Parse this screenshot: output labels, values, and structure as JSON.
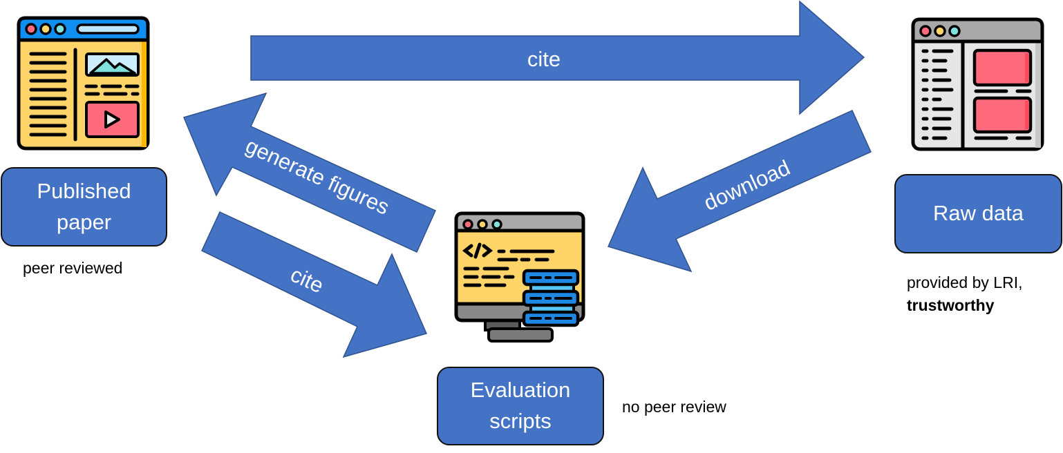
{
  "colors": {
    "arrow_fill": "#4472c4",
    "arrow_stroke": "#2f528f",
    "box_fill": "#4472c4",
    "box_border": "#111111",
    "text_light": "#ffffff",
    "text_dark": "#000000"
  },
  "nodes": {
    "published_paper": {
      "label_line1": "Published",
      "label_line2": "paper",
      "note": "peer reviewed",
      "icon": "web-article-icon"
    },
    "raw_data": {
      "label": "Raw data",
      "note_line1": "provided by LRI,",
      "note_line2": "trustworthy",
      "icon": "data-browser-window-icon"
    },
    "evaluation_scripts": {
      "label_line1": "Evaluation",
      "label_line2": "scripts",
      "note": "no peer review",
      "icon": "code-monitor-server-icon"
    }
  },
  "edges": {
    "cite_top": {
      "label": "cite",
      "from": "Published paper",
      "to": "Raw data"
    },
    "download": {
      "label": "download",
      "from": "Raw data",
      "to": "Evaluation scripts"
    },
    "generate_figures": {
      "label": "generate figures",
      "from": "Evaluation scripts",
      "to": "Published paper"
    },
    "cite_bottom": {
      "label": "cite",
      "from": "Published paper",
      "to": "Evaluation scripts"
    }
  }
}
